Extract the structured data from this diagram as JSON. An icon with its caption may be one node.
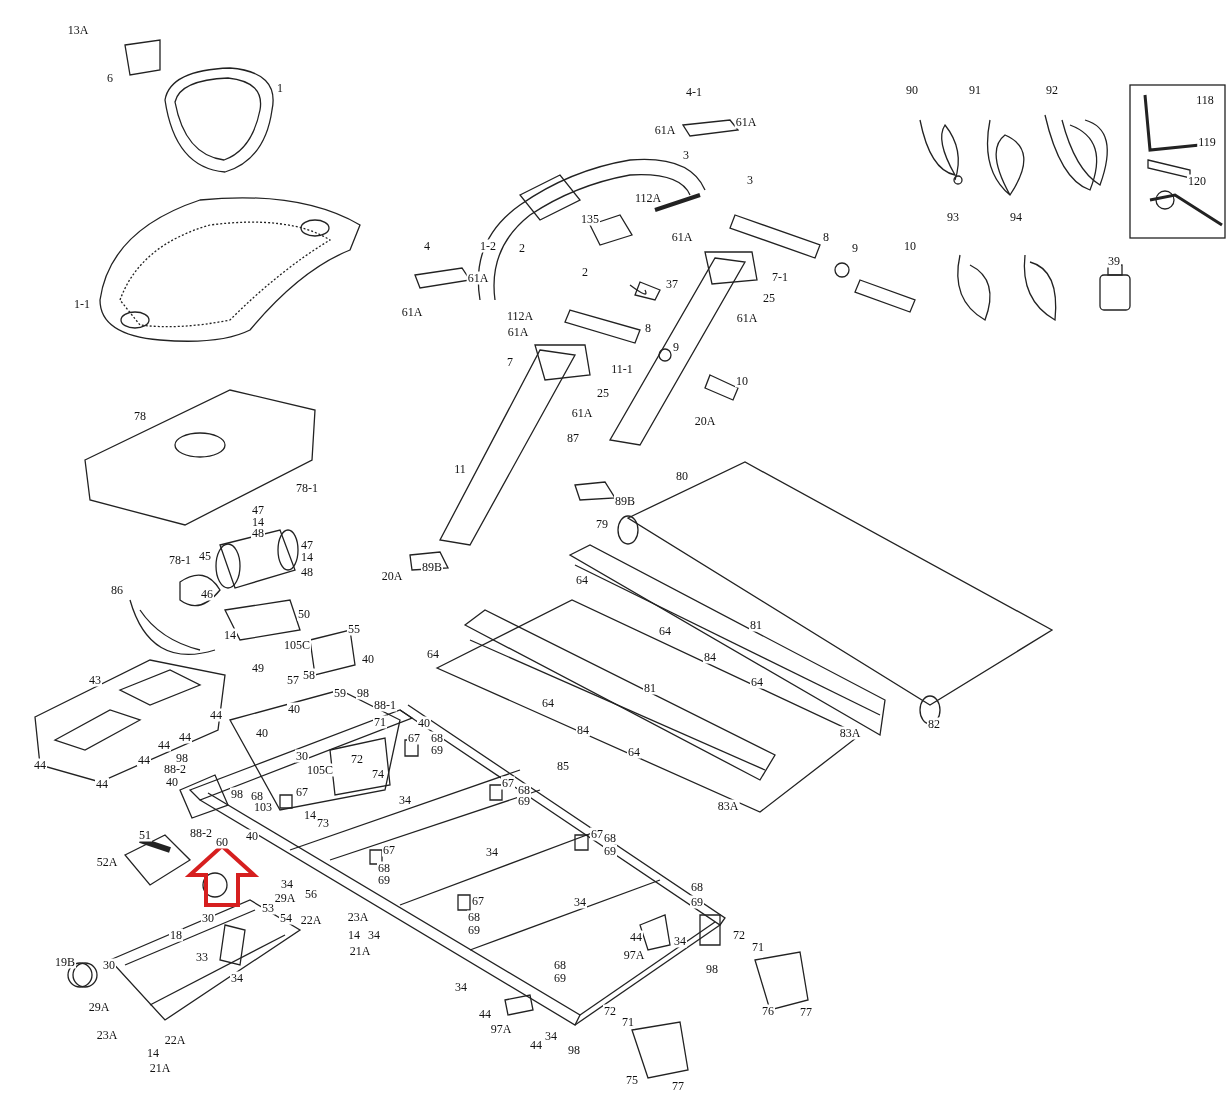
{
  "diagram": {
    "labels": [
      "13A",
      "6",
      "1",
      "1-1",
      "4-1",
      "61A",
      "61A",
      "3",
      "3",
      "112A",
      "135",
      "1-2",
      "2",
      "2",
      "61A",
      "7-1",
      "8",
      "9",
      "10",
      "37",
      "25",
      "61A",
      "4",
      "61A",
      "112A",
      "61A",
      "61A",
      "8",
      "7",
      "9",
      "11-1",
      "10",
      "25",
      "61A",
      "20A",
      "87",
      "11",
      "89B",
      "80",
      "79",
      "89B",
      "20A",
      "90",
      "91",
      "92",
      "118",
      "119",
      "120",
      "93",
      "94",
      "39",
      "78",
      "78-1",
      "78-1",
      "47",
      "14",
      "48",
      "47",
      "14",
      "48",
      "45",
      "46",
      "86",
      "50",
      "14",
      "49",
      "105C",
      "55",
      "40",
      "43",
      "44",
      "44",
      "44",
      "44",
      "44",
      "44",
      "98",
      "88-2",
      "40",
      "57",
      "58",
      "40",
      "59",
      "98",
      "88-1",
      "71",
      "40",
      "67",
      "68",
      "69",
      "40",
      "30",
      "72",
      "105C",
      "74",
      "98",
      "68",
      "103",
      "88-2",
      "40",
      "60",
      "67",
      "14",
      "73",
      "34",
      "64",
      "64",
      "81",
      "64",
      "84",
      "81",
      "64",
      "64",
      "82",
      "84",
      "83A",
      "64",
      "85",
      "67",
      "68",
      "69",
      "83A",
      "67",
      "68",
      "69",
      "34",
      "67",
      "68",
      "69",
      "34",
      "51",
      "52A",
      "29A",
      "34",
      "56",
      "30",
      "53",
      "54",
      "22A",
      "23A",
      "14",
      "34",
      "21A",
      "67",
      "68",
      "69",
      "18",
      "33",
      "34",
      "19B",
      "30",
      "29A",
      "23A",
      "22A",
      "14",
      "21A",
      "34",
      "68",
      "69",
      "44",
      "34",
      "97A",
      "98",
      "72",
      "71",
      "68",
      "69",
      "44",
      "76",
      "77",
      "97A",
      "34",
      "44",
      "98",
      "72",
      "71",
      "75",
      "77"
    ]
  }
}
